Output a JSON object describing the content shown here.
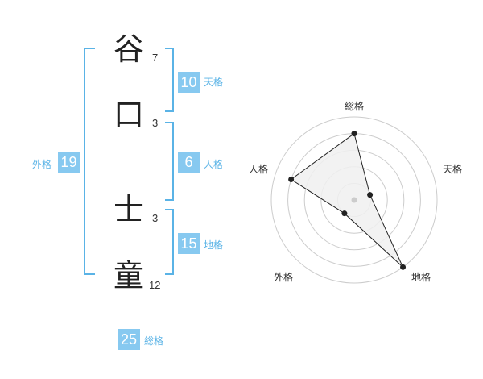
{
  "name_characters": [
    {
      "char": "谷",
      "strokes": "7"
    },
    {
      "char": "口",
      "strokes": "3"
    },
    {
      "char": "士",
      "strokes": "3"
    },
    {
      "char": "童",
      "strokes": "12"
    }
  ],
  "fortune": {
    "tenkaku": {
      "value": "10",
      "label": "天格"
    },
    "jinkaku": {
      "value": "6",
      "label": "人格"
    },
    "chikaku": {
      "value": "15",
      "label": "地格"
    },
    "gaikaku": {
      "value": "19",
      "label": "外格"
    },
    "soukaku": {
      "value": "25",
      "label": "総格"
    }
  },
  "radar": {
    "axes": [
      "総格",
      "天格",
      "地格",
      "外格",
      "人格"
    ],
    "values": [
      4,
      1,
      5,
      1,
      4
    ],
    "max": 5,
    "colors": {
      "bracket": "#5ab3e6",
      "badge": "#87c9f0",
      "ring": "#cccccc",
      "fill": "#f0f0f0",
      "line": "#222222",
      "center": "#cccccc"
    }
  }
}
